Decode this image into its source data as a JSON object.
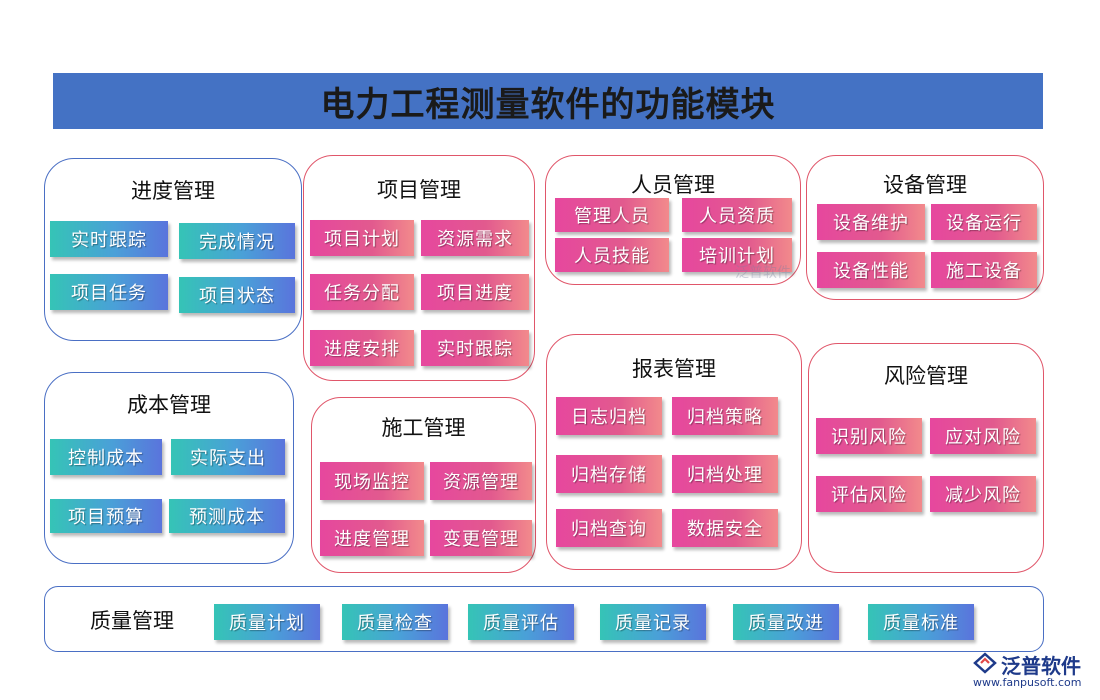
{
  "title": "电力工程测量软件的功能模块",
  "modules": {
    "progress": {
      "title": "进度管理",
      "items": [
        "实时跟踪",
        "完成情况",
        "项目任务",
        "项目状态"
      ]
    },
    "project": {
      "title": "项目管理",
      "items": [
        "项目计划",
        "资源需求",
        "任务分配",
        "项目进度",
        "进度安排",
        "实时跟踪"
      ]
    },
    "personnel": {
      "title": "人员管理",
      "items": [
        "管理人员",
        "人员资质",
        "人员技能",
        "培训计划"
      ]
    },
    "equipment": {
      "title": "设备管理",
      "items": [
        "设备维护",
        "设备运行",
        "设备性能",
        "施工设备"
      ]
    },
    "cost": {
      "title": "成本管理",
      "items": [
        "控制成本",
        "实际支出",
        "项目预算",
        "预测成本"
      ]
    },
    "construction": {
      "title": "施工管理",
      "items": [
        "现场监控",
        "资源管理",
        "进度管理",
        "变更管理"
      ]
    },
    "report": {
      "title": "报表管理",
      "items": [
        "日志归档",
        "归档策略",
        "归档存储",
        "归档处理",
        "归档查询",
        "数据安全"
      ]
    },
    "risk": {
      "title": "风险管理",
      "items": [
        "识别风险",
        "应对风险",
        "评估风险",
        "减少风险"
      ]
    },
    "quality": {
      "title": "质量管理",
      "items": [
        "质量计划",
        "质量检查",
        "质量评估",
        "质量记录",
        "质量改进",
        "质量标准"
      ]
    }
  },
  "watermark": "泛普软件",
  "logo": {
    "name": "泛普软件",
    "url": "www.fanpusoft.com"
  },
  "colors": {
    "banner": "#4472c4",
    "panel_blue": "#4a6fc4",
    "panel_red": "#e0566a",
    "teal_button": "#35c4b6",
    "pink_button": "#e6479e"
  }
}
